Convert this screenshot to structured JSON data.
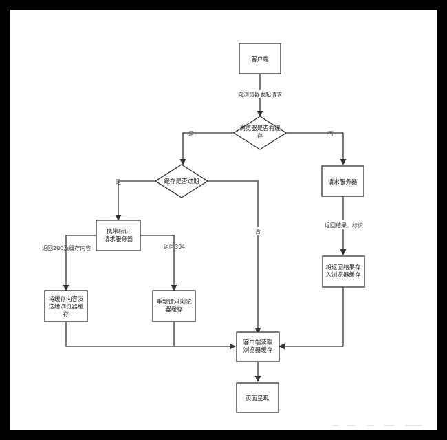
{
  "nodes": {
    "client": "客户端",
    "has_cache": [
      "浏览器是否有缓",
      "存"
    ],
    "expired": "缓存是否过期",
    "request_server": "请求服务器",
    "carry_flag": [
      "携带标识",
      "请求服务器"
    ],
    "store_cache": [
      "将返回结果存",
      "入浏览器缓存"
    ],
    "send_cache": [
      "将缓存内容发",
      "送给浏览器缓",
      "存"
    ],
    "rerequest": [
      "重新请求浏览",
      "器缓存"
    ],
    "read_cache": [
      "客户端读取",
      "浏览器缓存"
    ],
    "render": "页面呈现"
  },
  "edges": {
    "to_browser": "向浏览器发起请求",
    "has_yes": "是",
    "has_no": "否",
    "expired_yes": "是",
    "expired_no": "否",
    "return_200": "返回200及缓存内容",
    "return_304": "返回304",
    "return_result": "返回结果、标识"
  },
  "colors": {
    "stroke": "#333333",
    "background": "#ffffff",
    "frame": "#000000"
  }
}
